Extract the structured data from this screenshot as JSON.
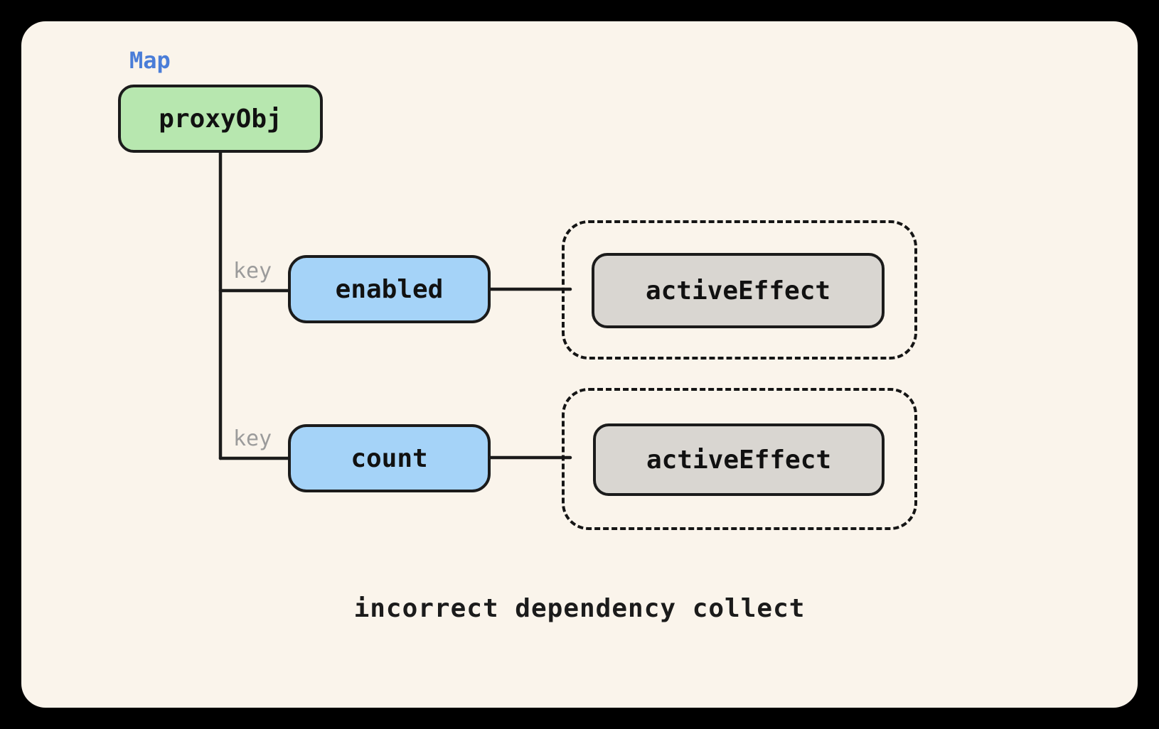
{
  "diagram": {
    "map_label": "Map",
    "root_node": "proxyObj",
    "edges": [
      {
        "label": "key"
      },
      {
        "label": "key"
      }
    ],
    "key_nodes": [
      {
        "label": "enabled"
      },
      {
        "label": "count"
      }
    ],
    "effect_nodes": [
      {
        "label": "activeEffect"
      },
      {
        "label": "activeEffect"
      }
    ],
    "caption": "incorrect dependency collect",
    "colors": {
      "page_background": "#000000",
      "canvas_background": "#FAF4EB",
      "root_fill": "#B7E7AF",
      "key_fill": "#A5D3F8",
      "effect_fill": "#D9D6D1",
      "map_label_color": "#4A7DD8",
      "edge_label_color": "#9B9B9B",
      "stroke_color": "#1B1B1B"
    }
  }
}
